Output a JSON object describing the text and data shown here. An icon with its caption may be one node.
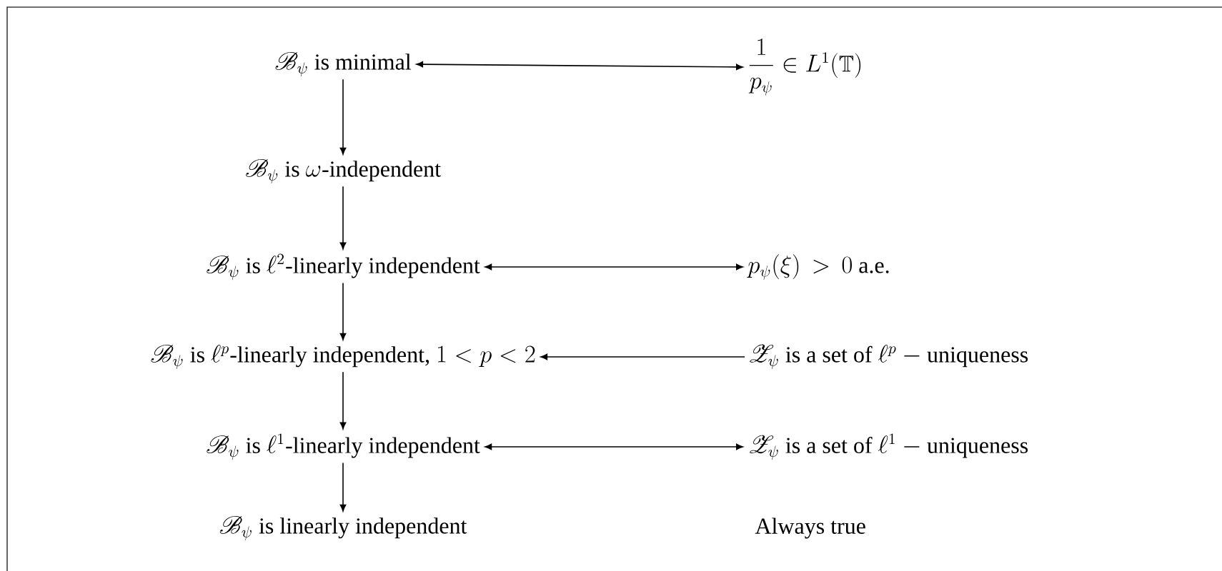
{
  "diagram": {
    "nodes": [
      {
        "text": [
          "\\mathscr{B}_{\\psi}\\text{ is minimal}"
        ]
      },
      {
        "text": [
          "\\mathscr{B}_{\\psi}\\text{ is }\\omega\\text{-independent}"
        ]
      },
      {
        "text": [
          "\\mathscr{B}_{\\psi}\\text{ is }\\ell^{2}\\text{-linearly independent}"
        ]
      },
      {
        "text": [
          "\\mathscr{B}_{\\psi}\\text{ is }\\ell^{p}\\text{-linearly independent, }1<p<2"
        ]
      },
      {
        "text": [
          "\\mathscr{B}_{\\psi}\\text{ is }\\ell^{1}\\text{-linearly independent}"
        ]
      },
      {
        "text": [
          "\\mathscr{B}_{\\psi}\\text{ is linearly independent}"
        ]
      },
      {
        "text": [
          "\\dfrac{1}{p_{\\psi}}\\in L^{1}(\\mathbb{T})"
        ]
      },
      {
        "text": [
          "p_{\\psi}(\\xi)\\,>\\,0\\text{ a.e.}"
        ]
      },
      {
        "text": [
          "\\mathscr{Z}_{\\psi}\\text{ is a set of }\\ell^{p}-\\text{uniqueness}"
        ]
      },
      {
        "text": [
          "\\mathscr{Z}_{\\psi}\\text{ is a set of }\\ell^{1}-\\text{uniqueness}"
        ]
      }
    ],
    "edges": [
      {
        "from": 0,
        "to": 1,
        "arrow": "to"
      },
      {
        "from": 1,
        "to": 2,
        "arrow": "to"
      },
      {
        "from": 2,
        "to": 3,
        "arrow": "to"
      },
      {
        "from": 3,
        "to": 4,
        "arrow": "to"
      },
      {
        "from": 4,
        "to": 5,
        "arrow": "to"
      },
      {
        "from": 0,
        "to": 6,
        "arrow": "both"
      },
      {
        "from": 2,
        "to": 7,
        "arrow": "both"
      },
      {
        "from": 8,
        "to": 3,
        "arrow": "to"
      },
      {
        "from": 4,
        "to": 9,
        "arrow": "both"
      }
    ],
    "labels": [
      "Always true"
    ]
  }
}
